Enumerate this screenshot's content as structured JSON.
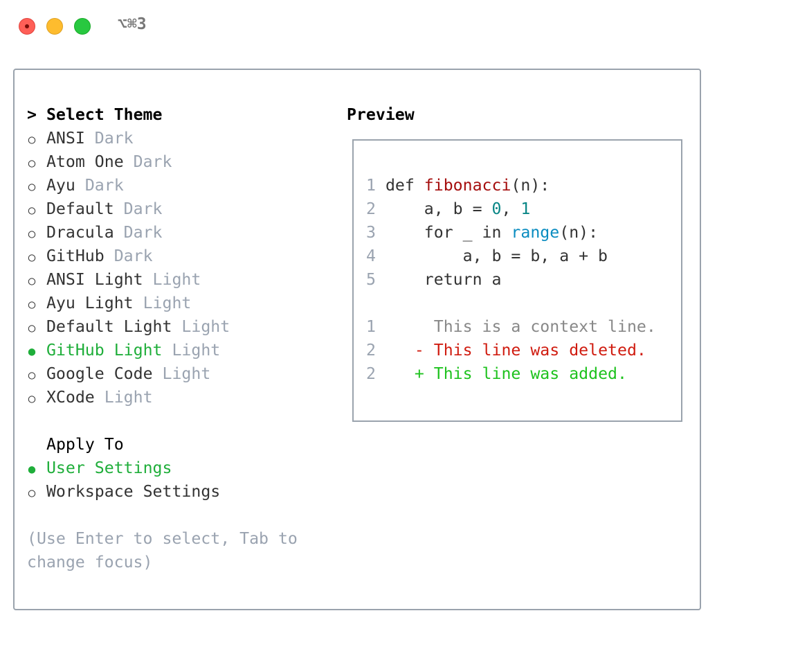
{
  "window": {
    "title": "⌥⌘3",
    "controls": {
      "close_color": "#ff5f57",
      "minimize_color": "#febc2e",
      "zoom_color": "#28c840"
    }
  },
  "theme_list": {
    "heading_prefix": ">",
    "heading": "Select Theme",
    "items": [
      {
        "name": "ANSI",
        "variant": "Dark",
        "selected": false
      },
      {
        "name": "Atom One",
        "variant": "Dark",
        "selected": false
      },
      {
        "name": "Ayu",
        "variant": "Dark",
        "selected": false
      },
      {
        "name": "Default",
        "variant": "Dark",
        "selected": false
      },
      {
        "name": "Dracula",
        "variant": "Dark",
        "selected": false
      },
      {
        "name": "GitHub",
        "variant": "Dark",
        "selected": false
      },
      {
        "name": "ANSI Light",
        "variant": "Light",
        "selected": false
      },
      {
        "name": "Ayu Light",
        "variant": "Light",
        "selected": false
      },
      {
        "name": "Default Light",
        "variant": "Light",
        "selected": false
      },
      {
        "name": "GitHub Light",
        "variant": "Light",
        "selected": true
      },
      {
        "name": "Google Code",
        "variant": "Light",
        "selected": false
      },
      {
        "name": "XCode",
        "variant": "Light",
        "selected": false
      }
    ]
  },
  "apply_to": {
    "heading": "Apply To",
    "items": [
      {
        "label": "User Settings",
        "selected": true
      },
      {
        "label": "Workspace Settings",
        "selected": false
      }
    ]
  },
  "hint": {
    "line1": "(Use Enter to select, Tab to",
    "line2": "change focus)"
  },
  "preview": {
    "heading": "Preview",
    "code": [
      {
        "num": "1",
        "indent": "",
        "parts": [
          [
            "def ",
            ""
          ],
          [
            "fibonacci",
            "kw-fn"
          ],
          [
            "(n):",
            ""
          ]
        ]
      },
      {
        "num": "2",
        "indent": "    ",
        "parts": [
          [
            "a, b = ",
            ""
          ],
          [
            "0",
            "kw-num"
          ],
          [
            ", ",
            ""
          ],
          [
            "1",
            "kw-num"
          ]
        ]
      },
      {
        "num": "3",
        "indent": "    ",
        "parts": [
          [
            "for _ in ",
            ""
          ],
          [
            "range",
            "kw-bi"
          ],
          [
            "(n):",
            ""
          ]
        ]
      },
      {
        "num": "4",
        "indent": "        ",
        "parts": [
          [
            "a, b = b, a + b",
            ""
          ]
        ]
      },
      {
        "num": "5",
        "indent": "    ",
        "parts": [
          [
            "return a",
            ""
          ]
        ]
      }
    ],
    "diff": [
      {
        "num": "1",
        "marker": " ",
        "text": "This is a context line.",
        "type": "ctx"
      },
      {
        "num": "2",
        "marker": "-",
        "text": "This line was deleted.",
        "type": "del"
      },
      {
        "num": "2",
        "marker": "+",
        "text": "This line was added.",
        "type": "add"
      }
    ]
  },
  "colors": {
    "selected": "#1fae3a",
    "muted": "#9aa3b0",
    "deleted": "#d01c10",
    "added": "#1ec21e"
  }
}
